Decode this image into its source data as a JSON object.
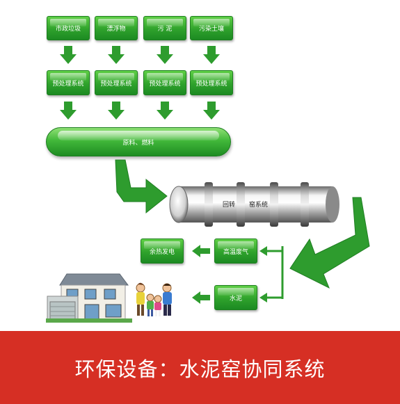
{
  "sources": [
    "市政垃圾",
    "漂浮物",
    "污 泥",
    "污染土壤"
  ],
  "pretreatment_label": "预处理系统",
  "raw_material_label": "原料、燃料",
  "kiln": {
    "part1": "回转",
    "part2": "窑系统"
  },
  "outputs": {
    "waste_heat_power": "余热发电",
    "hot_exhaust": "高温废气",
    "cement": "水泥"
  },
  "banner": {
    "title": "环保设备：水泥窑协同系统"
  },
  "colors": {
    "box_green": "#2fa22c",
    "arrow_green": "#2e9c2e",
    "banner_red": "#d62f24"
  },
  "icons": [
    "down-arrow-icon",
    "left-arrow-icon",
    "elbow-arrow-icon",
    "house-icon",
    "family-icon"
  ]
}
